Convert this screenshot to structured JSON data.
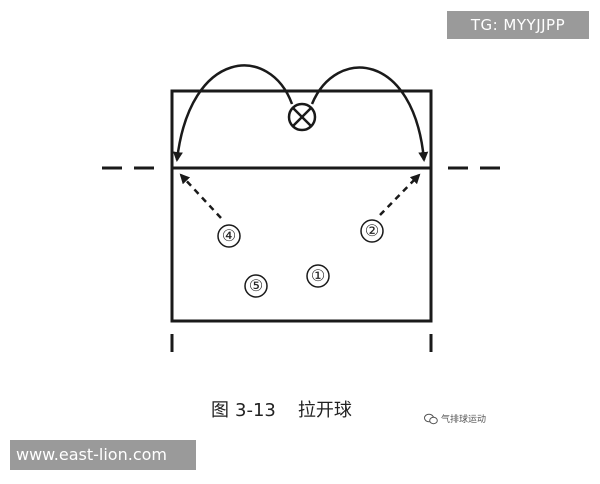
{
  "watermark_tag": "TG: MYYJJPP",
  "site_url": "www.east-lion.com",
  "caption": {
    "figure_label": "图",
    "figure_number": "3-13",
    "figure_title": "拉开球"
  },
  "wechat_watermark": "气排球运动",
  "diagram": {
    "positions": [
      {
        "label": "①"
      },
      {
        "label": "②"
      },
      {
        "label": "④"
      },
      {
        "label": "⑤"
      }
    ],
    "setter_symbol": "⊗"
  },
  "colors": {
    "ink": "#1a1a1a",
    "badge": "#9a9a9a",
    "background": "#ffffff"
  }
}
